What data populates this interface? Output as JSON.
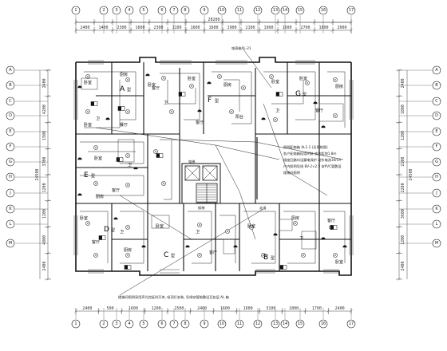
{
  "dimensions": {
    "top": [
      "2400",
      "1400",
      "2300",
      "1600",
      "2300",
      "1100",
      "1600",
      "1600",
      "1900",
      "2100",
      "1900",
      "1600",
      "2700",
      "1800",
      "2000"
    ],
    "bottom": [
      "2400",
      "500",
      "1600",
      "1200",
      "1500",
      "2400",
      "1600",
      "1600",
      "3100",
      "1800",
      "1700",
      "2400"
    ],
    "left": [
      "2400",
      "4200",
      "1500",
      "3700",
      "1200",
      "1200",
      "4800",
      "2400"
    ],
    "right": [
      "2400",
      "1800",
      "1200",
      "2100",
      "2200",
      "3600",
      "1200",
      "2400"
    ],
    "top_total": "28200",
    "left_total": "24500",
    "right_total": "24500"
  },
  "axes": {
    "top": [
      "1",
      "2",
      "3",
      "4",
      "5",
      "6",
      "7",
      "8",
      "9",
      "10",
      "11",
      "12",
      "13",
      "14",
      "15",
      "16",
      "17"
    ],
    "left": [
      "A",
      "B",
      "C",
      "D",
      "E",
      "F",
      "G",
      "H",
      "J",
      "K",
      "L",
      "M"
    ],
    "right": [
      "A",
      "B",
      "C",
      "D",
      "E",
      "F",
      "G",
      "H",
      "J",
      "K",
      "L",
      "M"
    ]
  },
  "units": [
    {
      "label": "A",
      "sub": "型"
    },
    {
      "label": "F",
      "sub": "型"
    },
    {
      "label": "G",
      "sub": "型"
    },
    {
      "label": "E",
      "sub": "型"
    },
    {
      "label": "D",
      "sub": "型"
    },
    {
      "label": "C",
      "sub": "型"
    },
    {
      "label": "B",
      "sub": "型"
    }
  ],
  "rooms": {
    "top_left": [
      "卧室",
      "卫",
      "厨房",
      "餐厅",
      "客厅",
      "卧室"
    ],
    "top_mid": [
      "卧室",
      "卫",
      "卧室",
      "客厅",
      "厨房",
      "阳台"
    ],
    "top_right": [
      "卧室",
      "卫",
      "卧室",
      "客厅",
      "厨房"
    ],
    "left": [
      "卧室",
      "卫",
      "客厅",
      "厨房"
    ],
    "bottom": [
      "卧室",
      "卫",
      "客厅",
      "厨房",
      "卧室",
      "卫",
      "客厅",
      "卧室",
      "厨房",
      "卫",
      "客厅",
      "卧室"
    ]
  },
  "notes": {
    "top_box": "电表箱XL-21",
    "right_notes": [
      "照明配电箱 AL1-1 (见系统图)",
      "各户配电箱挂墙明装 底边距地1.8m",
      "插座回路均设漏电保护 动作电流30mA",
      "户内照明导线 BV-2×2.5 穿PVC管敷设",
      "楼梯间照明"
    ],
    "bottom_note": "楼梯间照明采用声光控延时开关, 吸顶灯安装, 导线穿管暗敷设至各层 AL 箱",
    "elevator": "电梯",
    "stair": "楼梯",
    "corridor": "走道"
  }
}
